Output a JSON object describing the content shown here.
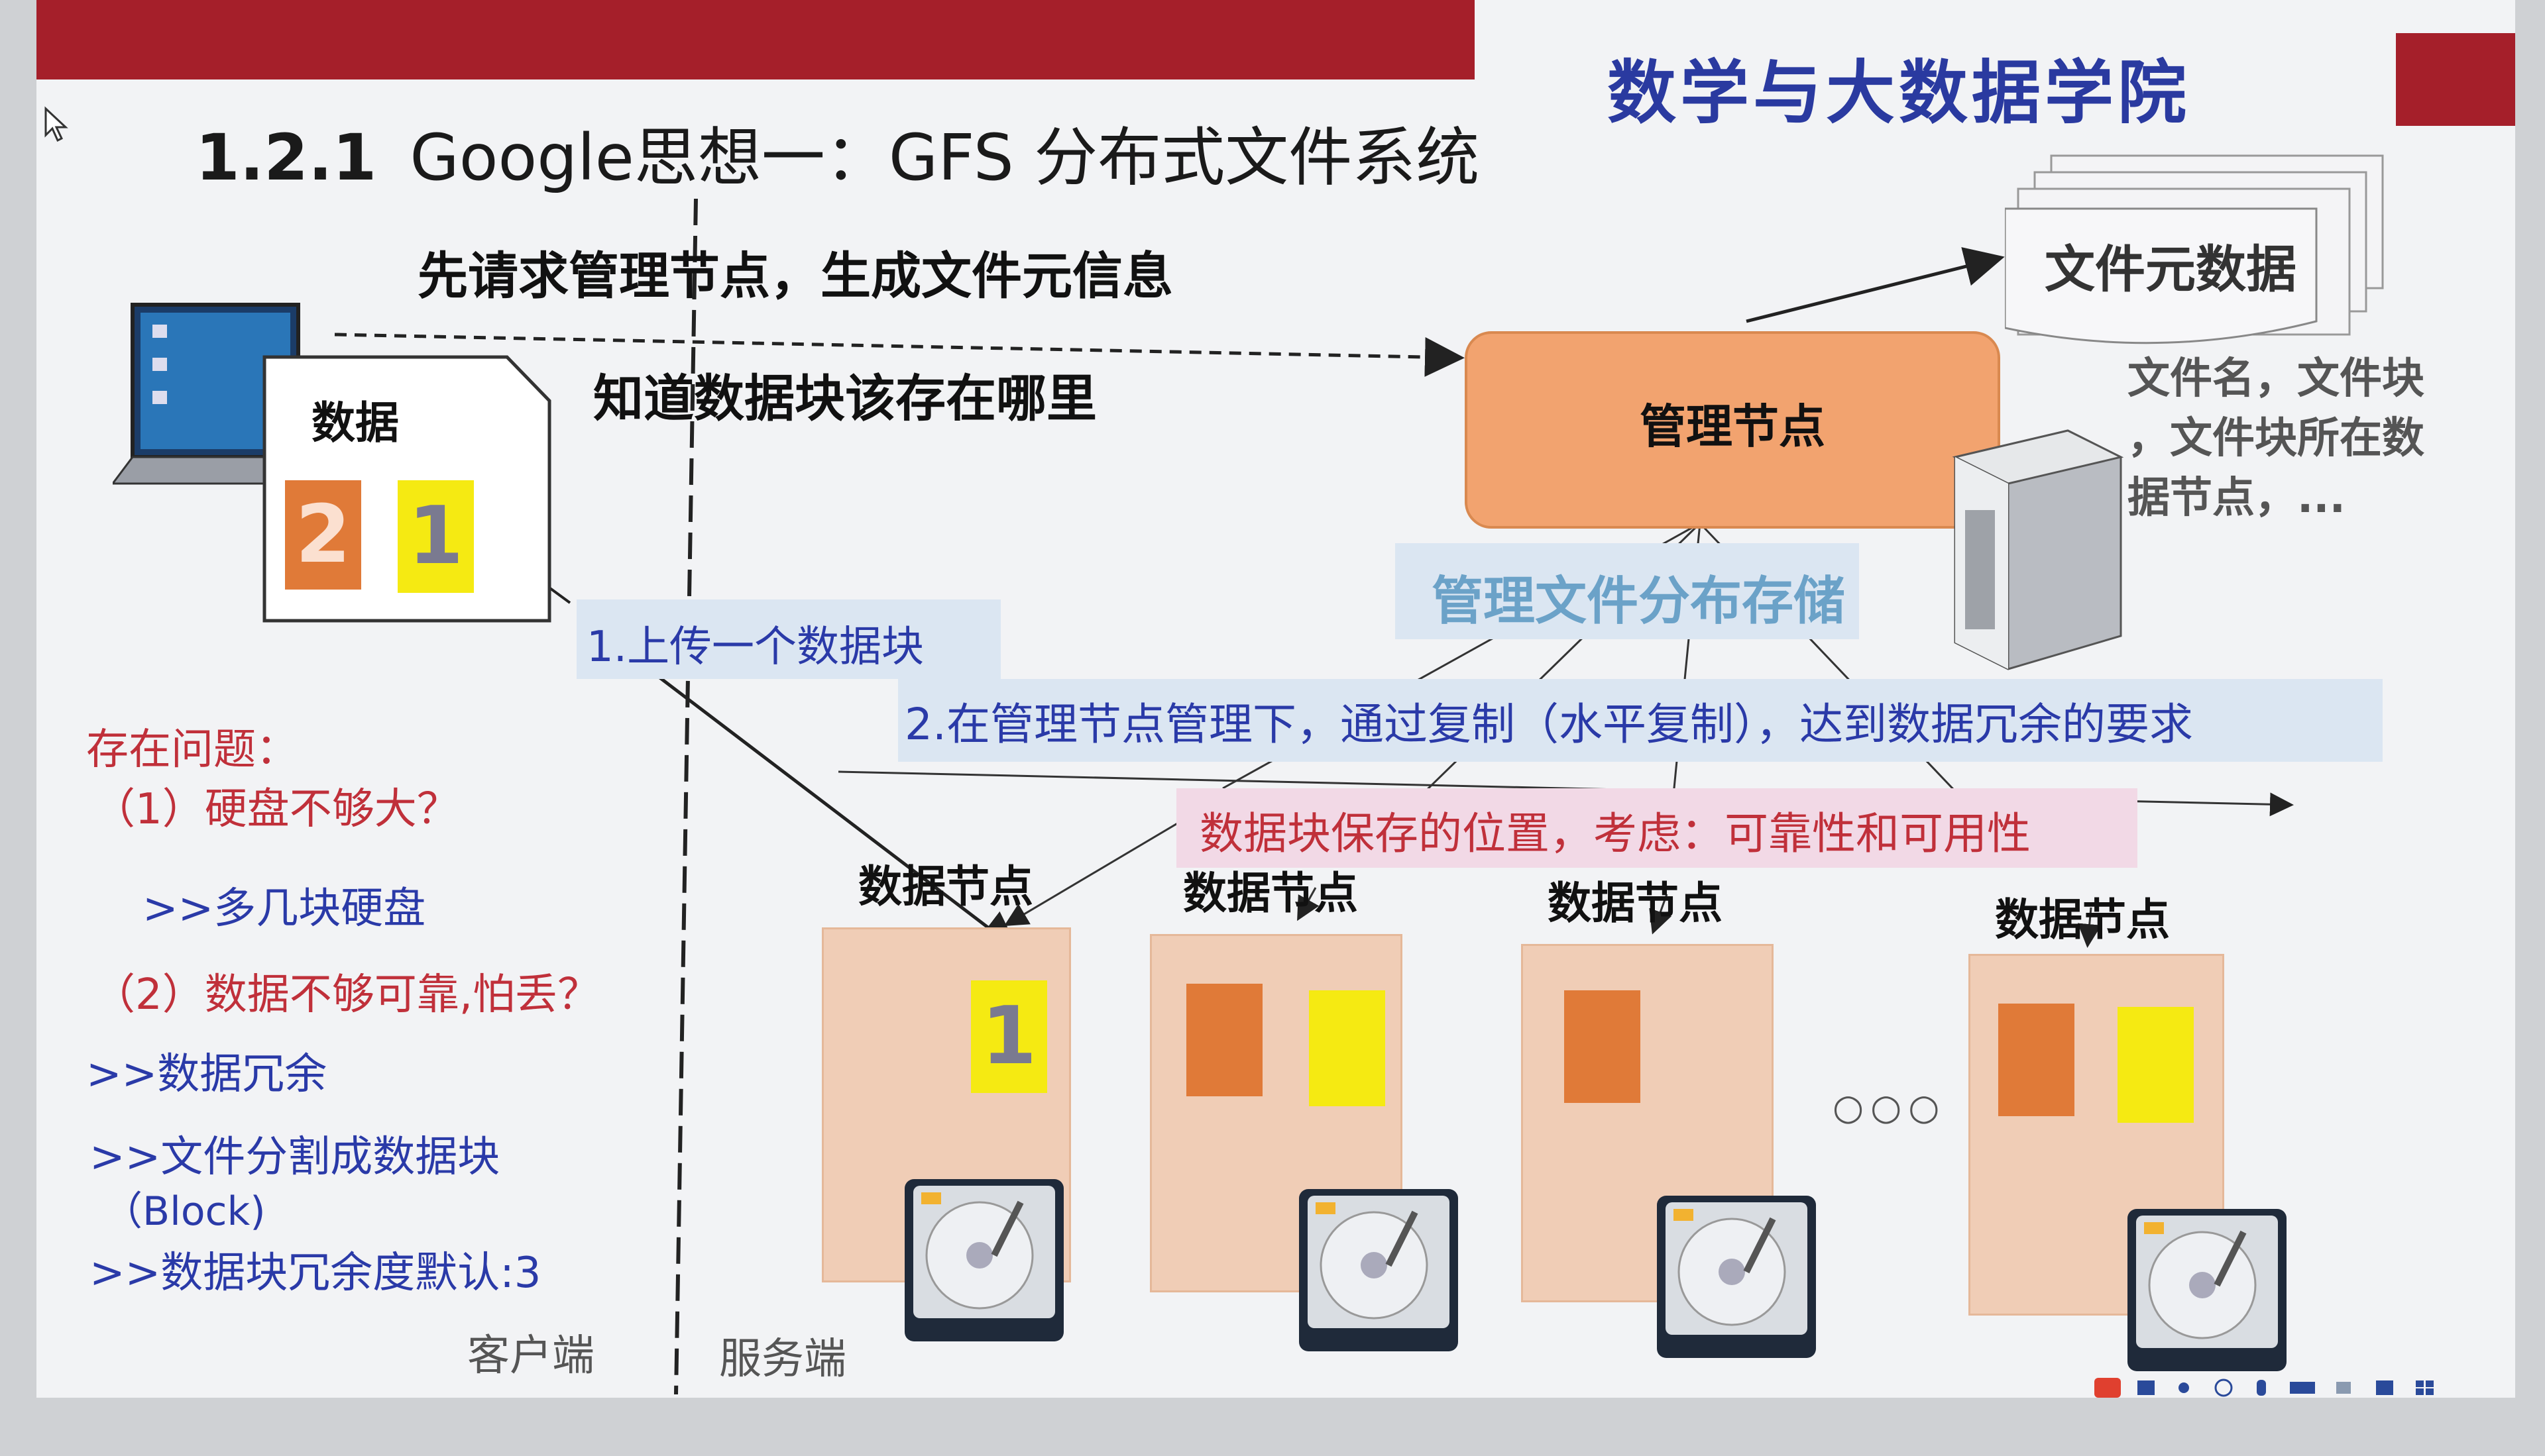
{
  "slide": {
    "school": "数学与大数据学院",
    "section_number": "1.2.1",
    "title": "Google思想一：GFS 分布式文件系统",
    "line_request": "先请求管理节点，生成文件元信息",
    "line_know": "知道数据块该存在哪里",
    "data_label": "数据",
    "block_2": "2",
    "block_1": "1",
    "master_node": "管理节点",
    "metadata_label": "文件元数据",
    "metadata_desc": [
      "文件名，文件块",
      "，文件块所在数",
      "据节点，..."
    ],
    "manage_storage": "管理文件分布存储",
    "step1": "1.上传一个数据块",
    "step2": "2.在管理节点管理下，通过复制（水平复制），达到数据冗余的要求",
    "placement": "数据块保存的位置，考虑：可靠性和可用性",
    "datanode_label": "数据节点",
    "datanode_block_1": "1",
    "ellipsis": "○○○",
    "problems_title": "存在问题：",
    "problem1": "（1）硬盘不够大？",
    "answer1": ">>多几块硬盘",
    "problem2": "（2）数据不够可靠,怕丢？",
    "answer2": ">>数据冗余",
    "answer3a": ">>文件分割成数据块",
    "answer3b": "（Block)",
    "answer4": ">>数据块冗余度默认:3",
    "client": "客户端",
    "server": "服务端"
  },
  "colors": {
    "banner": "#a51f2a",
    "school_text": "#2a3aa0",
    "master_fill": "#f2a36f",
    "block_orange": "#e07a38",
    "block_yellow": "#f5ea12",
    "problem_red": "#c0303a",
    "answer_blue": "#2a3aa8"
  },
  "icons": [
    "laptop-icon",
    "server-tower-icon",
    "hard-disk-icon",
    "cursor-icon",
    "taskbar-icons"
  ]
}
